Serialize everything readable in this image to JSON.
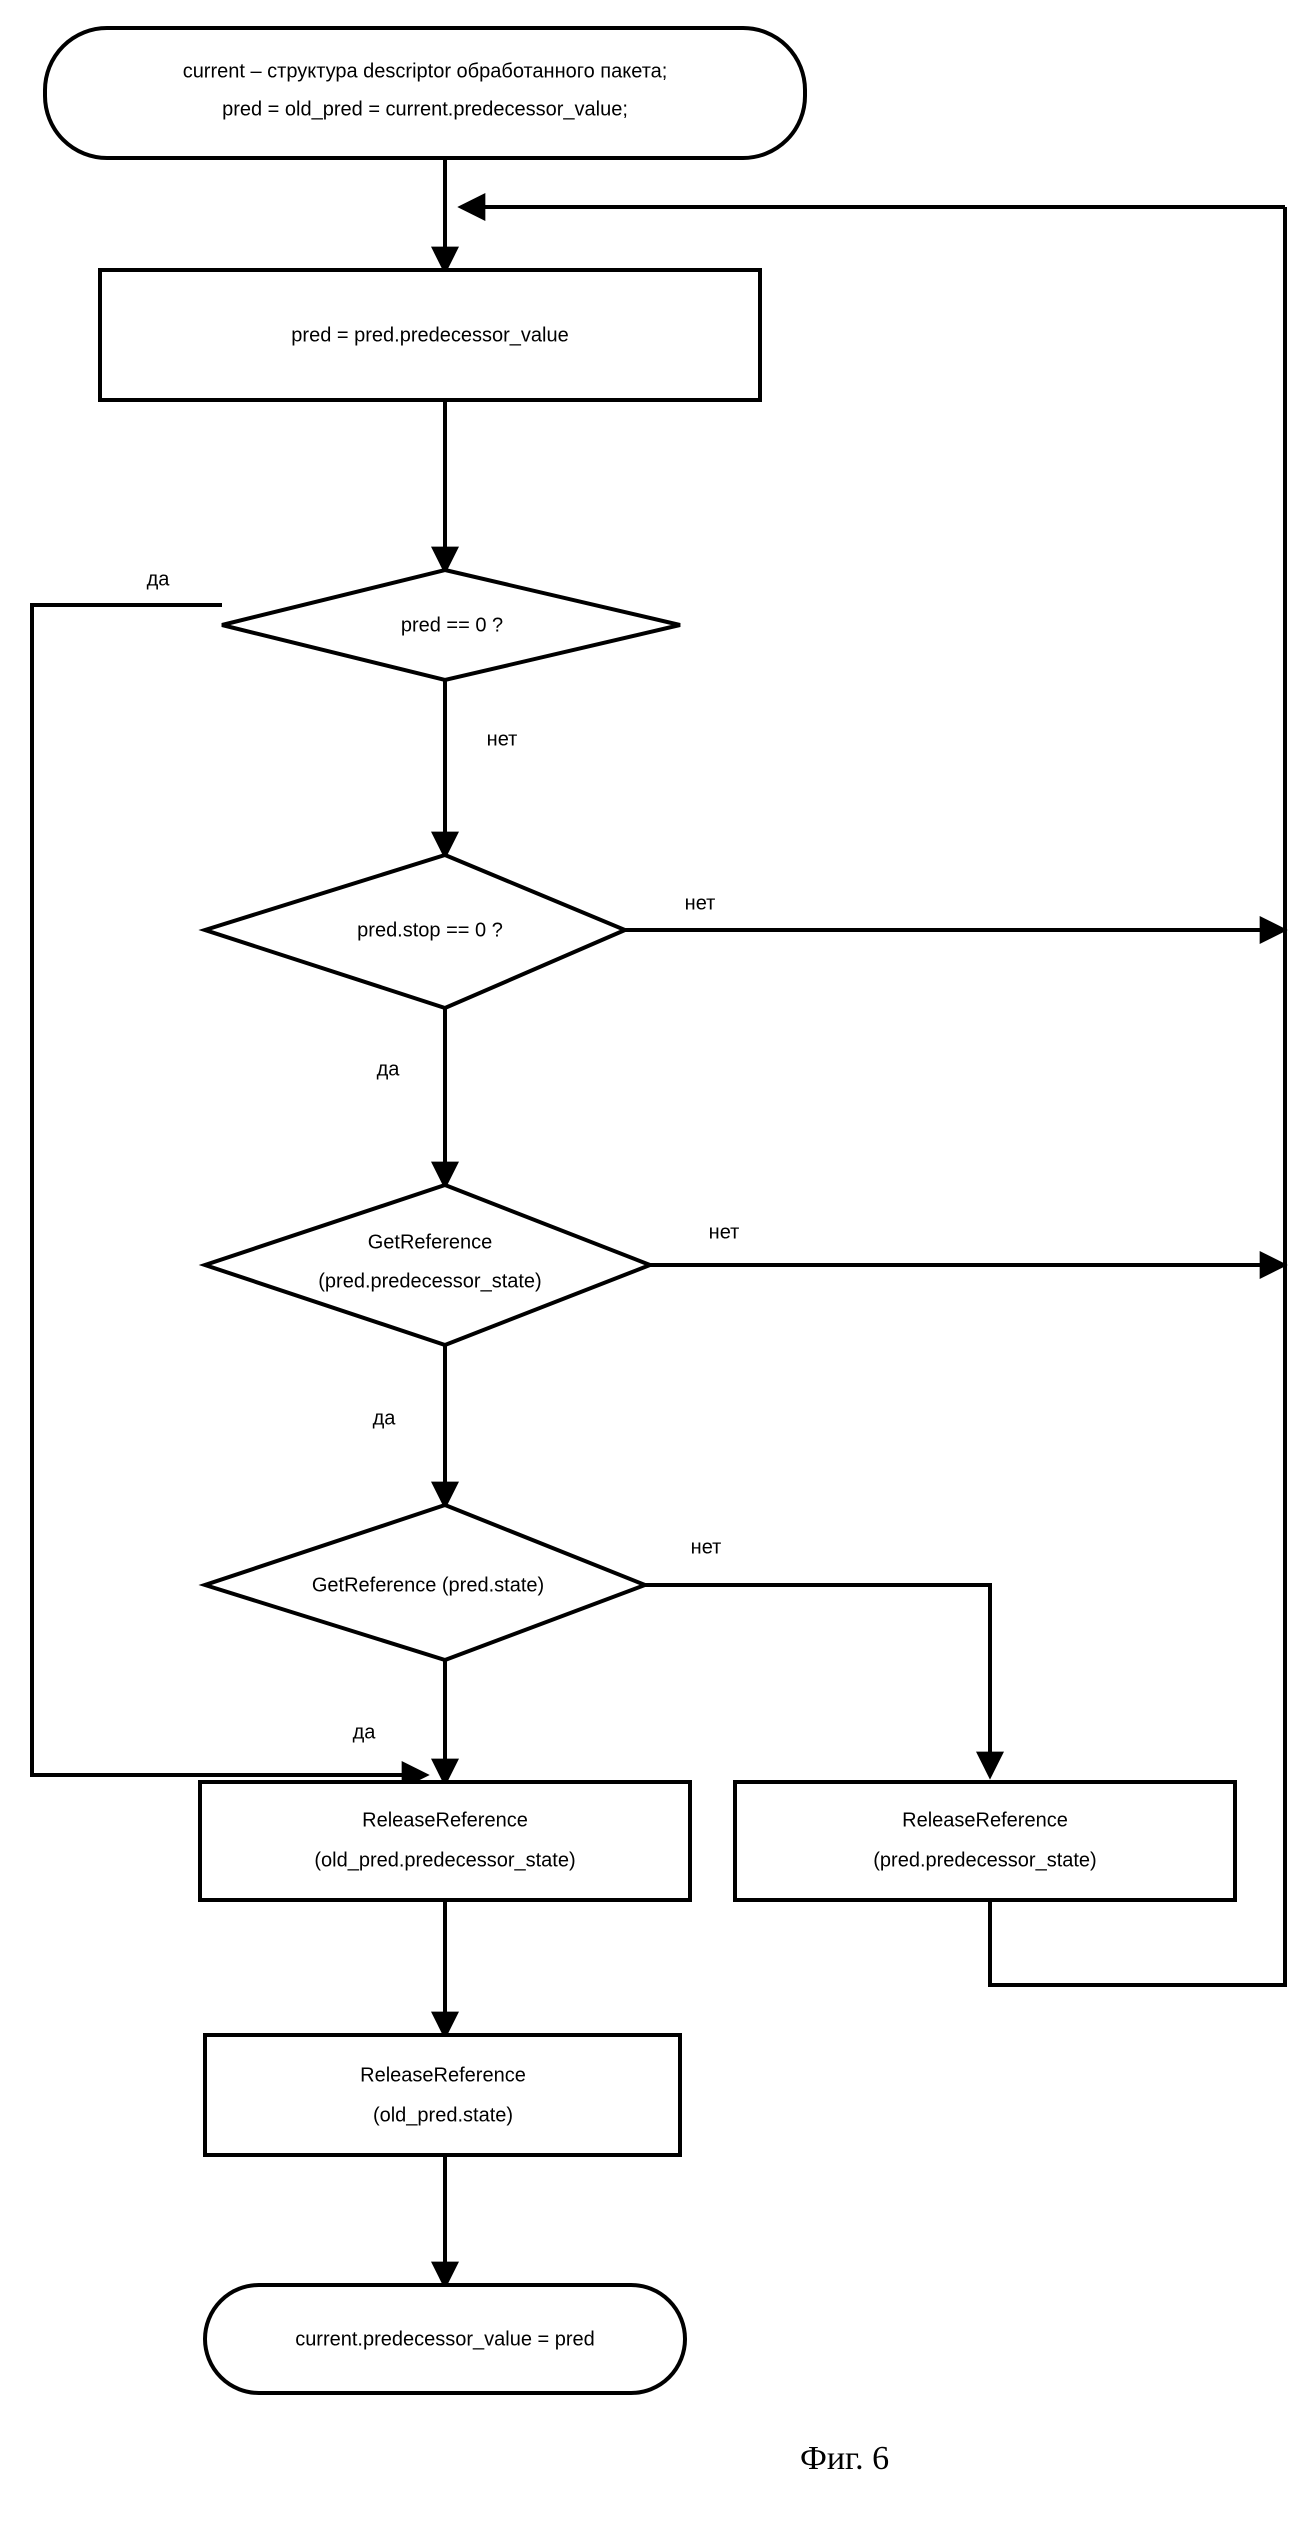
{
  "figure": {
    "caption": "Фиг. 6"
  },
  "diagram": {
    "type": "flowchart",
    "orientation": "top-to-bottom",
    "nodes": [
      {
        "id": "start",
        "shape": "rounded-terminal",
        "lines": [
          "current – структура descriptor обработанного пакета;",
          "pred = old_pred = current.predecessor_value;"
        ]
      },
      {
        "id": "advance",
        "shape": "process",
        "lines": [
          "pred = pred.predecessor_value"
        ]
      },
      {
        "id": "pred-is-zero",
        "shape": "decision",
        "lines": [
          "pred == 0 ?"
        ]
      },
      {
        "id": "pred-stop-is-zero",
        "shape": "decision",
        "lines": [
          "pred.stop == 0 ?"
        ]
      },
      {
        "id": "getref-pred-state",
        "shape": "decision",
        "lines": [
          "GetReference",
          "(pred.predecessor_state)"
        ]
      },
      {
        "id": "getref-state",
        "shape": "decision",
        "lines": [
          "GetReference (pred.state)"
        ]
      },
      {
        "id": "release-old-pred-predecessor-state",
        "shape": "process",
        "lines": [
          "ReleaseReference",
          "(old_pred.predecessor_state)"
        ]
      },
      {
        "id": "release-pred-predecessor-state",
        "shape": "process",
        "lines": [
          "ReleaseReference",
          "(pred.predecessor_state)"
        ]
      },
      {
        "id": "release-old-pred-state",
        "shape": "process",
        "lines": [
          "ReleaseReference",
          "(old_pred.state)"
        ]
      },
      {
        "id": "end",
        "shape": "rounded-terminal",
        "lines": [
          "current.predecessor_value = pred"
        ]
      }
    ],
    "edge_labels": {
      "pred_is_zero_yes": "да",
      "pred_is_zero_no": "нет",
      "pred_stop_is_zero_yes": "да",
      "pred_stop_is_zero_no": "нет",
      "getref_pred_state_yes": "да",
      "getref_pred_state_no": "нет",
      "getref_state_yes": "да",
      "getref_state_no": "нет"
    },
    "colors": {
      "stroke": "#000000",
      "fill": "#ffffff",
      "text": "#000000"
    }
  }
}
